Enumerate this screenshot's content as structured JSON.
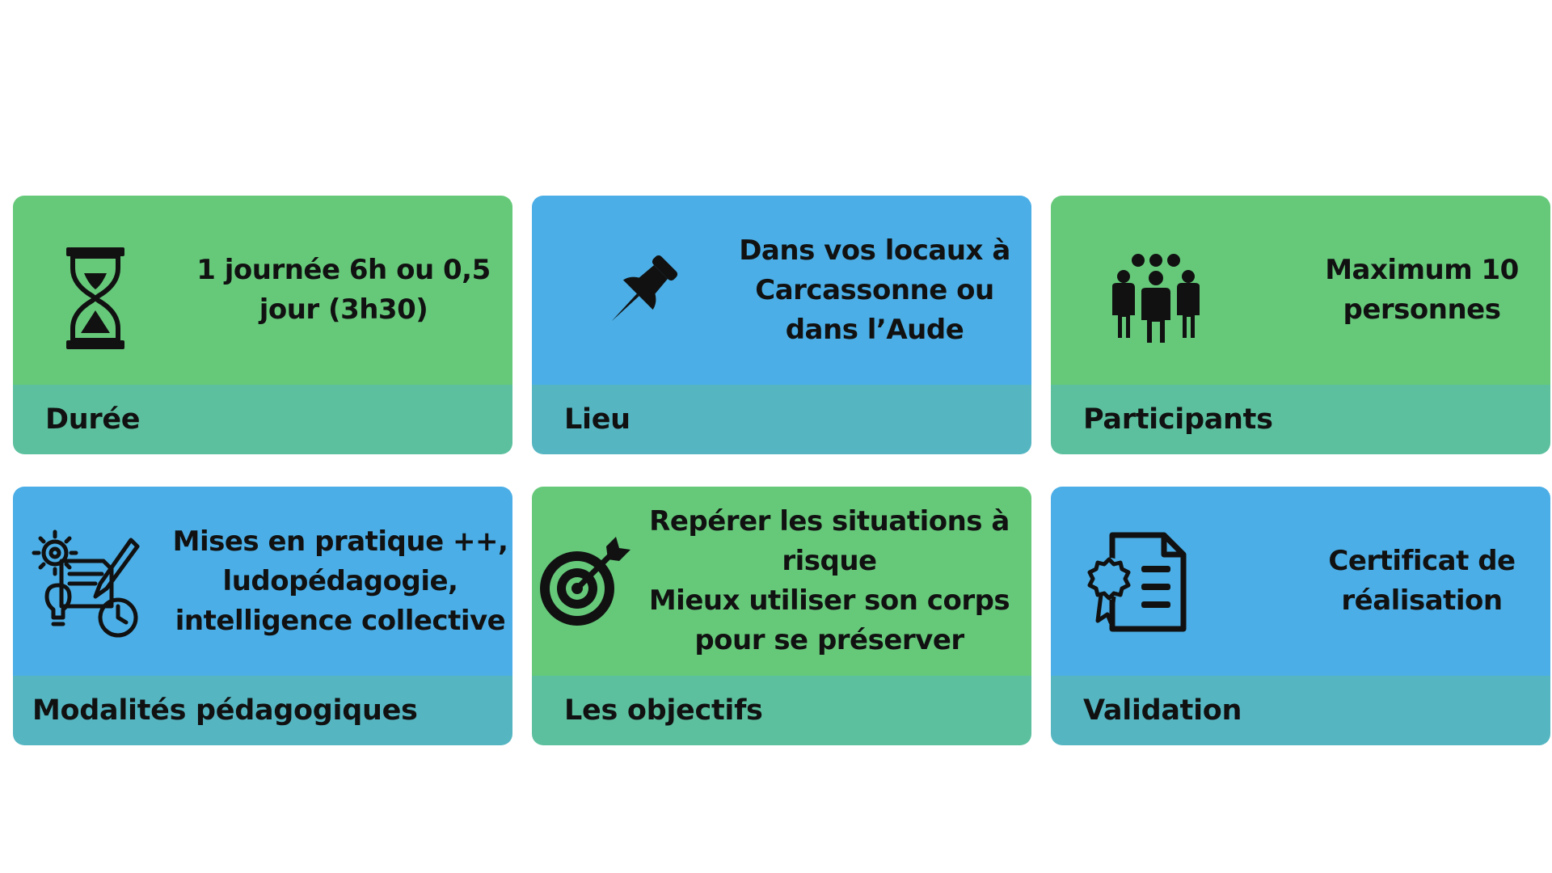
{
  "cards": [
    {
      "label": "Durée",
      "lines": [
        "1 journée 6h ou  0,5",
        "jour (3h30)"
      ],
      "icon": "hourglass-icon",
      "color": "green"
    },
    {
      "label": "Lieu",
      "lines": [
        "Dans vos locaux à",
        "Carcassonne ou",
        "dans l’Aude"
      ],
      "icon": "pushpin-icon",
      "color": "blue"
    },
    {
      "label": "Participants",
      "lines": [
        "Maximum 10",
        "personnes"
      ],
      "icon": "group-people-icon",
      "color": "green"
    },
    {
      "label": "Modalités pédagogiques",
      "lines": [
        "Mises en pratique ++,",
        "ludopédagogie,",
        "intelligence collective"
      ],
      "icon": "pedagogy-icon",
      "color": "blue"
    },
    {
      "label": "Les objectifs",
      "lines": [
        "Repérer les situations à",
        "risque",
        "Mieux utiliser son corps",
        "pour se préserver"
      ],
      "icon": "target-icon",
      "color": "green"
    },
    {
      "label": "Validation",
      "lines": [
        "Certificat de",
        "réalisation"
      ],
      "icon": "certificate-icon",
      "color": "blue"
    }
  ],
  "colors": {
    "green_top": "#66c97a",
    "green_bottom": "#5cc09e",
    "blue_top": "#4baee6",
    "blue_bottom": "#55b6c2",
    "text": "#111111"
  }
}
